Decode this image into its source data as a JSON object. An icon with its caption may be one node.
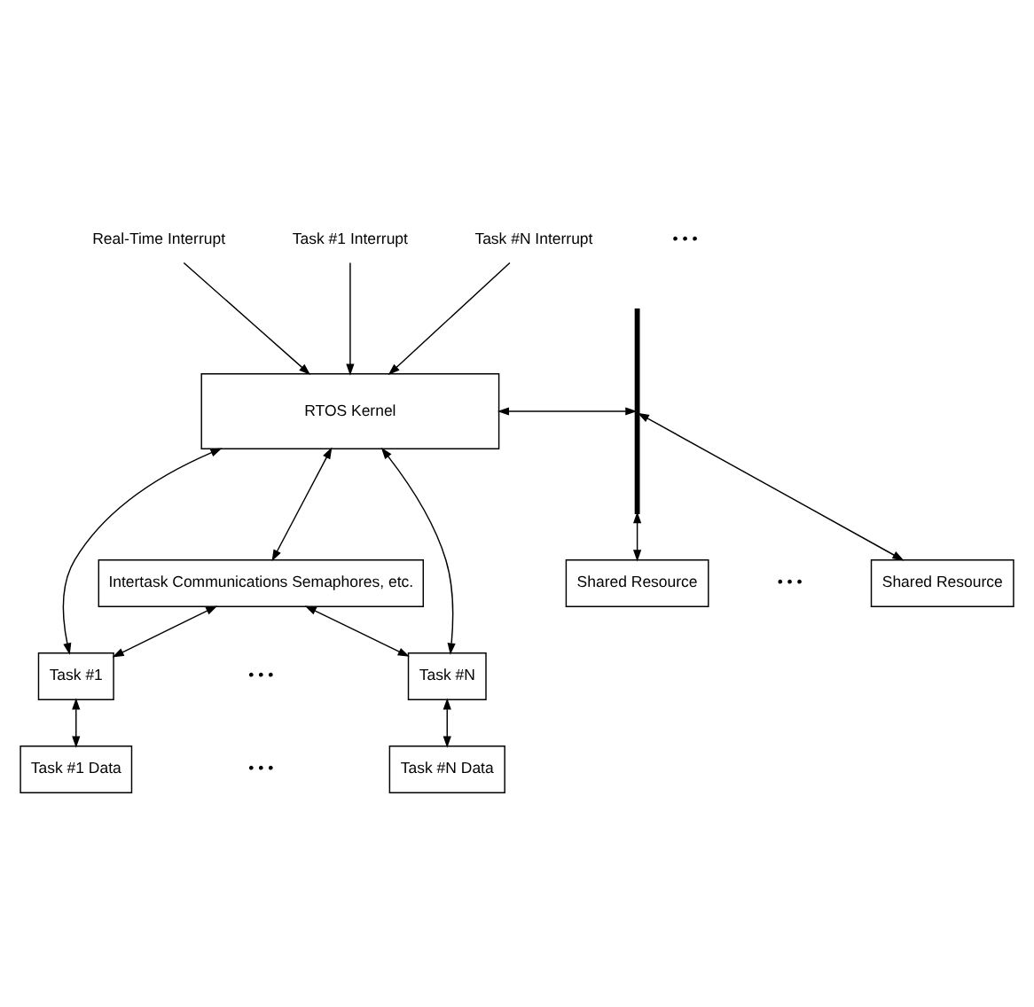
{
  "diagram": {
    "nodes": [
      {
        "text": [
          "Real-Time Interrupt"
        ]
      },
      {
        "text": [
          "Task #1 Interrupt"
        ]
      },
      {
        "text": [
          "Task #N Interrupt"
        ]
      },
      {
        "text": [
          "RTOS Kernel"
        ]
      },
      {
        "text": [
          "Shared Resource"
        ]
      },
      {
        "text": [
          "Shared Resource"
        ]
      },
      {
        "text": [],
        "shape": "bar"
      },
      {
        "text": [
          "Intertask Communications Semaphores, etc."
        ]
      },
      {
        "text": [
          "Task #1"
        ]
      },
      {
        "text": [
          "Task #N"
        ]
      },
      {
        "text": [
          "Task #1 Data"
        ]
      },
      {
        "text": [
          "Task #N Data"
        ]
      }
    ],
    "edges": [
      {
        "from": 0,
        "to": 3,
        "arrow": "to"
      },
      {
        "from": 1,
        "to": 3,
        "arrow": "to"
      },
      {
        "from": 2,
        "to": 3,
        "arrow": "to"
      },
      {
        "from": 3,
        "to": 6,
        "arrow": "both"
      },
      {
        "from": 6,
        "to": 4,
        "arrow": "both"
      },
      {
        "from": 6,
        "to": 5,
        "arrow": "both"
      },
      {
        "from": 3,
        "to": 7,
        "arrow": "both"
      },
      {
        "from": 3,
        "to": 8,
        "arrow": "both"
      },
      {
        "from": 3,
        "to": 9,
        "arrow": "both"
      },
      {
        "from": 7,
        "to": 8,
        "arrow": "both"
      },
      {
        "from": 7,
        "to": 9,
        "arrow": "both"
      },
      {
        "from": 8,
        "to": 10,
        "arrow": "both"
      },
      {
        "from": 9,
        "to": 11,
        "arrow": "both"
      }
    ],
    "labels": [
      "• • •",
      "• • •",
      "• • •",
      "• • •"
    ]
  }
}
